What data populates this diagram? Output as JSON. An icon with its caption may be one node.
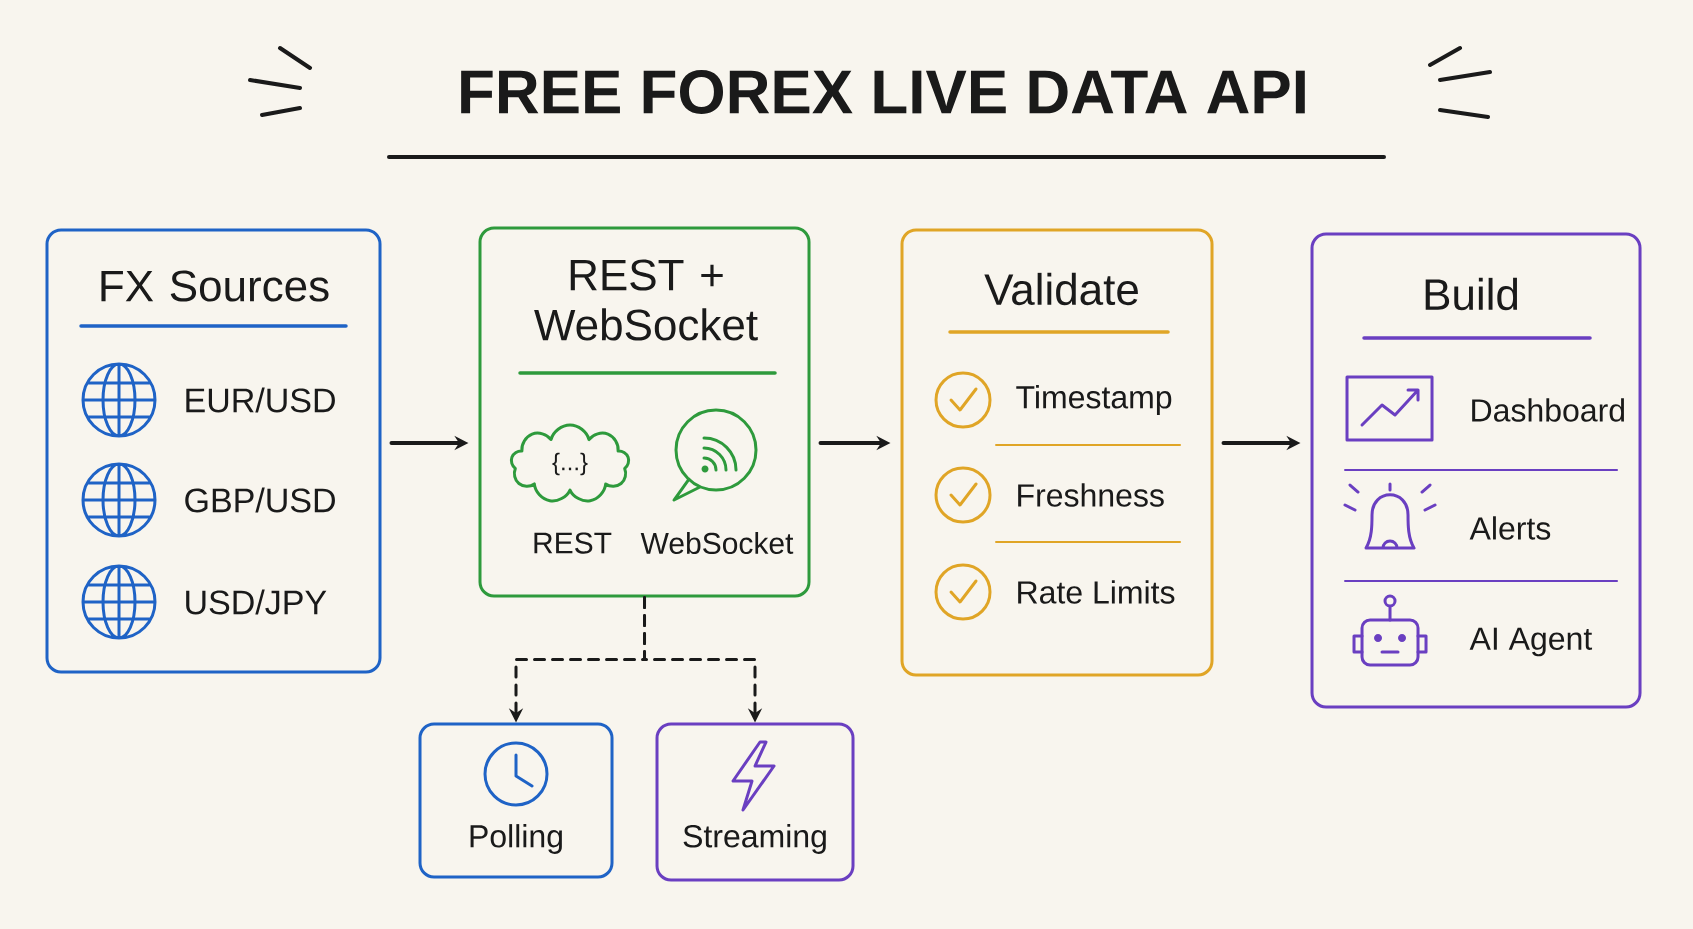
{
  "diagram": {
    "title": "FREE FOREX LIVE DATA API",
    "nodes": [
      {
        "text": [
          "FX Sources",
          "EUR/USD",
          "GBP/USD",
          "USD/JPY"
        ]
      },
      {
        "text": [
          "REST + WebSocket",
          "REST",
          "WebSocket"
        ]
      },
      {
        "text": [
          "Validate",
          "Timestamp",
          "Freshness",
          "Rate Limits"
        ]
      },
      {
        "text": [
          "Build",
          "Dashboard",
          "Alerts",
          "AI Agent"
        ]
      },
      {
        "text": [
          "Polling"
        ]
      },
      {
        "text": [
          "Streaming"
        ]
      }
    ],
    "edges": [
      {
        "from": 0,
        "to": 1,
        "arrow": "to"
      },
      {
        "from": 1,
        "to": 2,
        "arrow": "to"
      },
      {
        "from": 2,
        "to": 3,
        "arrow": "to"
      },
      {
        "from": 1,
        "to": 4,
        "arrow": "to",
        "style": "dashed"
      },
      {
        "from": 1,
        "to": 5,
        "arrow": "to",
        "style": "dashed"
      }
    ],
    "labels": [
      "{...}"
    ]
  }
}
